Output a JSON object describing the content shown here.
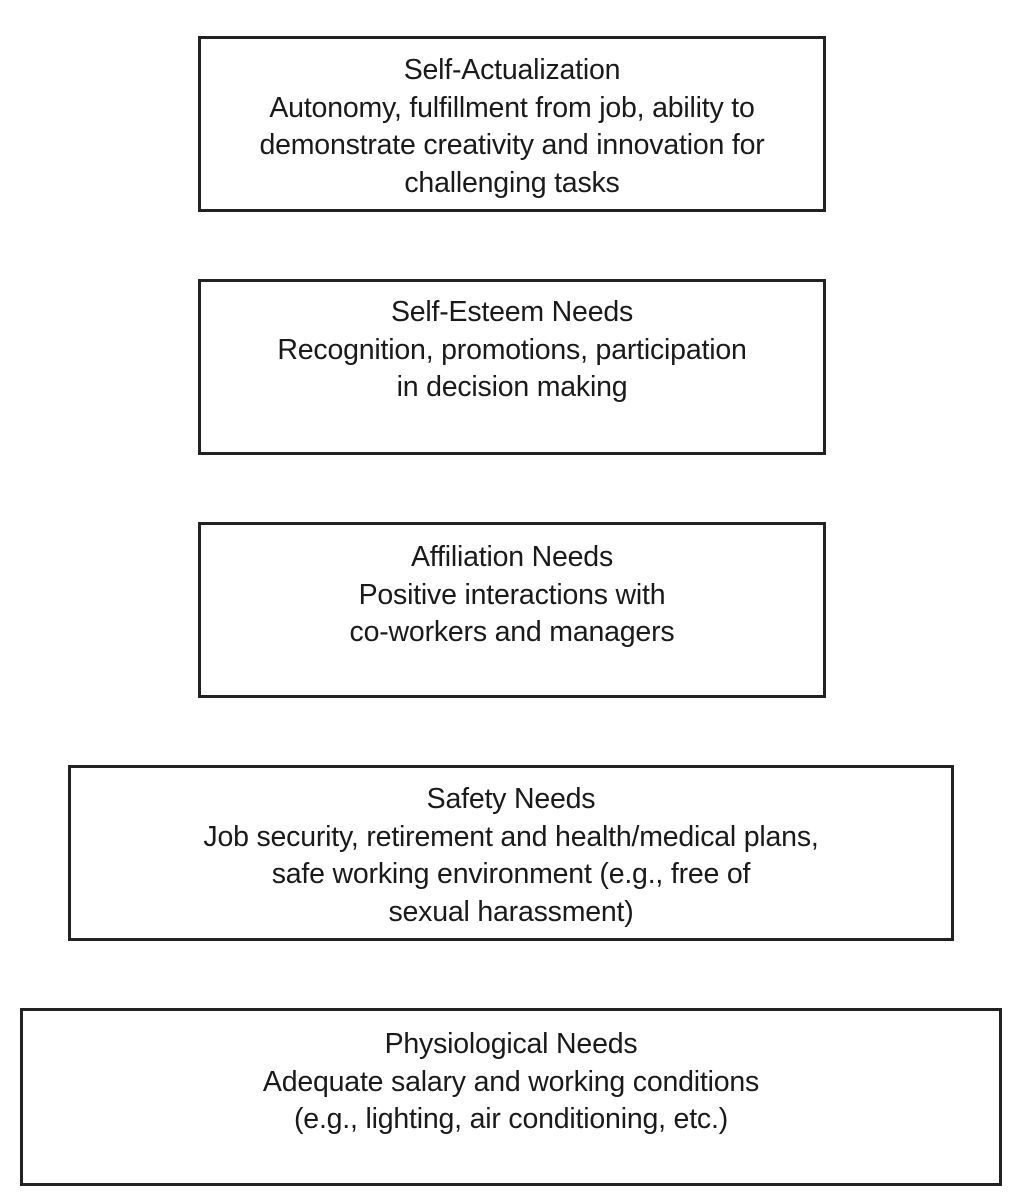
{
  "levels": [
    {
      "title": "Self-Actualization",
      "lines": [
        "Autonomy, fulfillment from job, ability to",
        "demonstrate creativity and innovation for",
        "challenging tasks"
      ]
    },
    {
      "title": "Self-Esteem Needs",
      "lines": [
        "Recognition, promotions, participation",
        "in decision making"
      ]
    },
    {
      "title": "Affiliation Needs",
      "lines": [
        "Positive interactions with",
        "co-workers and managers"
      ]
    },
    {
      "title": "Safety Needs",
      "lines": [
        "Job security, retirement and health/medical plans,",
        "safe working environment (e.g., free of",
        "sexual harassment)"
      ]
    },
    {
      "title": "Physiological Needs",
      "lines": [
        "Adequate salary and working conditions",
        "(e.g., lighting, air conditioning, etc.)"
      ]
    }
  ]
}
